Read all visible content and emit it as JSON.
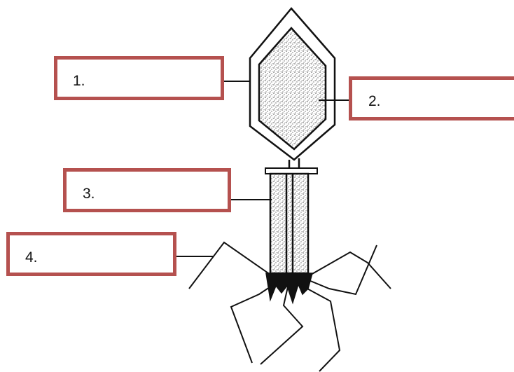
{
  "labels": [
    {
      "id": "capsid",
      "text": "1."
    },
    {
      "id": "genetic-material",
      "text": "2."
    },
    {
      "id": "tail-sheath",
      "text": "3."
    },
    {
      "id": "tail-fibers",
      "text": "4."
    }
  ],
  "colors": {
    "box_border": "#b5514f",
    "ink": "#111111",
    "stipple": "#555555"
  }
}
